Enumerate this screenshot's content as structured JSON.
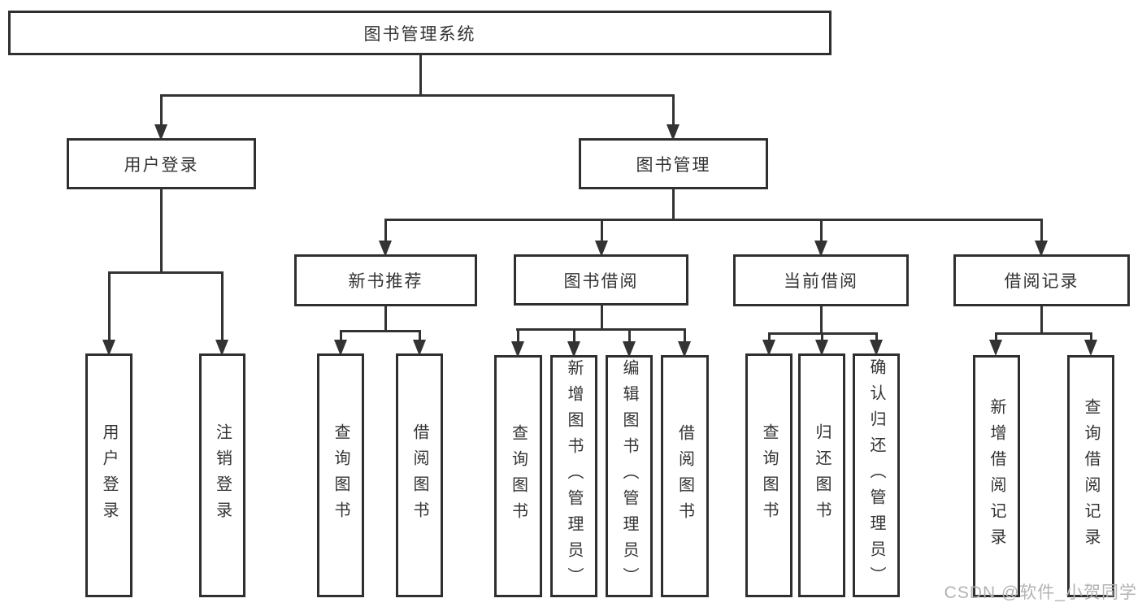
{
  "diagram_title": "图书管理系统",
  "colors": {
    "line": "#333333",
    "text": "#333333",
    "box_border": "#2f2f2f",
    "background": "#ffffff",
    "watermark": "#b3b3b3"
  },
  "nodes": {
    "root": {
      "label": "图书管理系统"
    },
    "user_login": {
      "label": "用户登录"
    },
    "book_mgmt": {
      "label": "图书管理"
    },
    "new_books": {
      "label": "新书推荐"
    },
    "book_borrow": {
      "label": "图书借阅"
    },
    "current_borrow": {
      "label": "当前借阅"
    },
    "borrow_records": {
      "label": "借阅记录"
    }
  },
  "leaves": {
    "user_login": [
      {
        "label": "用户登录"
      },
      {
        "label": "注销登录"
      }
    ],
    "new_books": [
      {
        "label": "查询图书"
      },
      {
        "label": "借阅图书"
      }
    ],
    "book_borrow": [
      {
        "label": "查询图书"
      },
      {
        "label": "新增图书（管理员）"
      },
      {
        "label": "编辑图书（管理员）"
      },
      {
        "label": "借阅图书"
      }
    ],
    "current_borrow": [
      {
        "label": "查询图书"
      },
      {
        "label": "归还图书"
      },
      {
        "label": "确认归还（管理员）"
      }
    ],
    "borrow_records": [
      {
        "label": "新增借阅记录"
      },
      {
        "label": "查询借阅记录"
      }
    ]
  },
  "watermark": {
    "text": "CSDN @软件_小贺同学"
  }
}
